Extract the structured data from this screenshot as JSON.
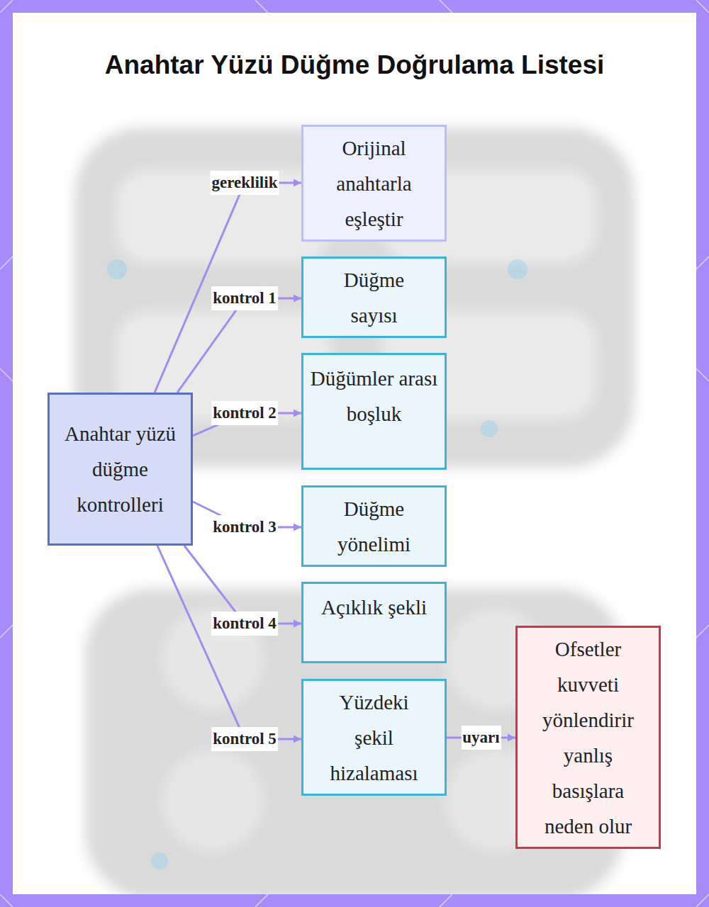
{
  "diagram": {
    "title": "Anahtar Yüzü Düğme Doğrulama Listesi",
    "nodes": [
      {
        "text": [
          "Anahtar yüzü düğme kontrolleri"
        ]
      },
      {
        "text": [
          "Orijinal anahtarla eşleştir"
        ]
      },
      {
        "text": [
          "Düğme sayısı"
        ]
      },
      {
        "text": [
          "Düğümler arası boşluk"
        ]
      },
      {
        "text": [
          "Düğme yönelimi"
        ]
      },
      {
        "text": [
          "Açıklık şekli"
        ]
      },
      {
        "text": [
          "Yüzdeki şekil hizalaması"
        ]
      },
      {
        "text": [
          "Ofsetler kuvveti yönlendirir yanlış basışlara neden olur"
        ]
      }
    ],
    "edges": [
      {
        "from": 0,
        "to": 1,
        "label": "gereklilik",
        "arrow": "to"
      },
      {
        "from": 0,
        "to": 2,
        "label": "kontrol 1",
        "arrow": "to"
      },
      {
        "from": 0,
        "to": 3,
        "label": "kontrol 2",
        "arrow": "to"
      },
      {
        "from": 0,
        "to": 4,
        "label": "kontrol 3",
        "arrow": "to"
      },
      {
        "from": 0,
        "to": 5,
        "label": "kontrol 4",
        "arrow": "to"
      },
      {
        "from": 0,
        "to": 6,
        "label": "kontrol 5",
        "arrow": "to"
      },
      {
        "from": 6,
        "to": 7,
        "label": "uyarı",
        "arrow": "to"
      }
    ]
  }
}
